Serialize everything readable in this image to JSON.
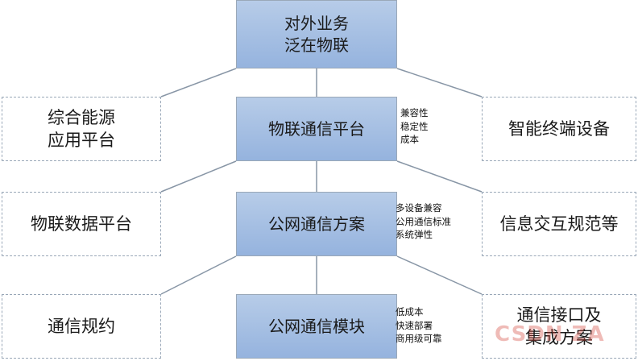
{
  "nodes": {
    "top": [
      "对外业务",
      "泛在物联"
    ],
    "platform": [
      "物联通信平台"
    ],
    "scheme": [
      "公网通信方案"
    ],
    "module": [
      "公网通信模块"
    ],
    "energy": [
      "综合能源",
      "应用平台"
    ],
    "data_platform": [
      "物联数据平台"
    ],
    "protocol": [
      "通信规约"
    ],
    "terminal": [
      "智能终端设备"
    ],
    "info": [
      "信息交互规范等"
    ],
    "interface": [
      "通信接口及",
      "集成方案"
    ]
  },
  "notes": {
    "platform": [
      "兼容性",
      "稳定性",
      "成本"
    ],
    "scheme": [
      "多设备兼容",
      "公用通信标准",
      "系统弹性"
    ],
    "module": [
      "低成本",
      "快速部署",
      "商用级可靠"
    ]
  },
  "watermark": "CSDN ZA",
  "colors": {
    "center_fill": "#a9c2e5",
    "border": "#9aa8b8",
    "line": "#8896a6"
  }
}
